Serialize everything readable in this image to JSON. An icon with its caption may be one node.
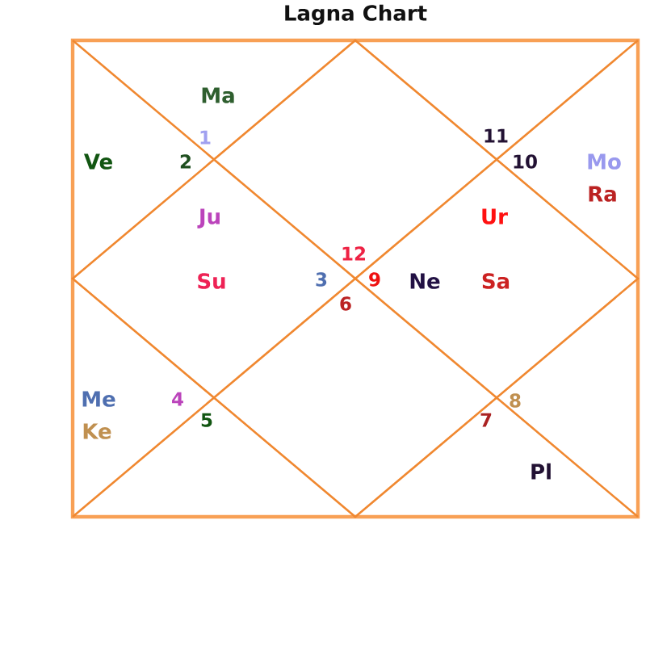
{
  "diagram": {
    "title": "Lagna Chart",
    "labels": [
      "Ma",
      "1",
      "11",
      "Ve",
      "2",
      "10",
      "Mo",
      "Ra",
      "Ju",
      "Ur",
      "12",
      "Su",
      "3",
      "9",
      "Ne",
      "Sa",
      "6",
      "Me",
      "4",
      "8",
      "5",
      "7",
      "Ke",
      "Pl"
    ]
  }
}
